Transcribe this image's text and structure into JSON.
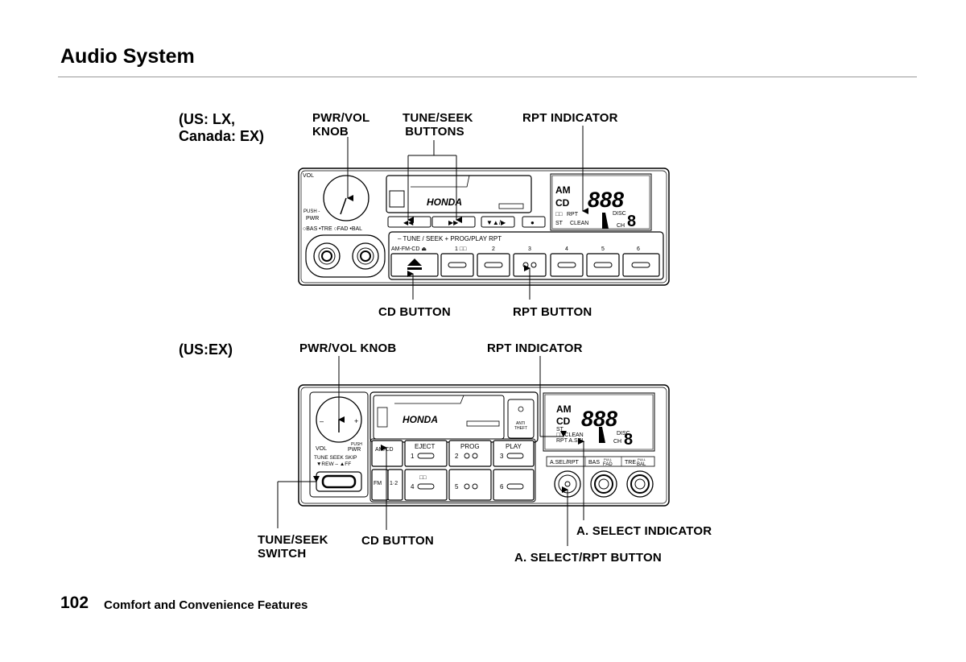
{
  "page": {
    "title": "Audio System",
    "page_number": "102",
    "section": "Comfort and Convenience Features"
  },
  "radio1": {
    "model": [
      "(US: LX,",
      "Canada: EX)"
    ],
    "callouts": {
      "pwr_vol": [
        "PWR/VOL",
        "KNOB"
      ],
      "tune_seek": [
        "TUNE/SEEK",
        "BUTTONS"
      ],
      "rpt_indicator": "RPT INDICATOR",
      "cd_button": "CD  BUTTON",
      "rpt_button": "RPT BUTTON"
    },
    "panel": {
      "vol": "VOL",
      "push_pwr": [
        "PUSH -",
        "PWR"
      ],
      "knob_row": "○BAS •TRE ○FAD •BAL",
      "brand": "HONDA",
      "display": {
        "am": "AM",
        "cd": "CD",
        "digits": "888",
        "tape": "□□",
        "rpt": "RPT",
        "disc": "DISC",
        "st": "ST",
        "clean": "CLEAN",
        "ch": "CH",
        "ch_digit": "8"
      },
      "buttons_row1": [
        "◀◀",
        "▶▶",
        "▼▲/▶",
        "●"
      ],
      "function_label": "– TUNE / SEEK +   PROG/PLAY   RPT",
      "preset_labels": [
        "AM-FM-CD ⏏",
        "1 □□",
        "2",
        "3",
        "4",
        "5",
        "6"
      ]
    }
  },
  "radio2": {
    "model": "(US:EX)",
    "callouts": {
      "pwr_vol": "PWR/VOL  KNOB",
      "rpt_indicator": "RPT INDICATOR",
      "tune_seek": [
        "TUNE/SEEK",
        "SWITCH"
      ],
      "cd_button": "CD  BUTTON",
      "a_select_indicator": "A. SELECT INDICATOR",
      "a_select_rpt_button": "A. SELECT/RPT BUTTON"
    },
    "panel": {
      "vol": "VOL",
      "push_pwr": [
        "PUSH",
        "PWR"
      ],
      "tune_label": [
        "TUNE SEEK SKIP",
        "▼REW – ▲FF"
      ],
      "brand": "HONDA",
      "anti_theft": [
        "ANTI",
        "THEFT"
      ],
      "display": {
        "am": "AM",
        "cd": "CD",
        "digits": "888",
        "st": "ST",
        "clean": "□□ CLEAN",
        "rpt_asel": "RPT A.SEL",
        "disc": "DISC",
        "ch": "CH",
        "ch_digit": "8"
      },
      "row1_buttons": [
        "AM/CD",
        "EJECT",
        "PROG",
        "PLAY"
      ],
      "row1_numbers": [
        "1",
        "2",
        "3"
      ],
      "row2_buttons": [
        "FM",
        "1·2",
        "□□",
        "5",
        "6"
      ],
      "row2_numbers": [
        "4"
      ],
      "knob_labels": [
        "A.SEL/RPT",
        "BAS",
        "FAD",
        "TRE",
        "BAL"
      ],
      "pull_label": "PULL"
    }
  }
}
